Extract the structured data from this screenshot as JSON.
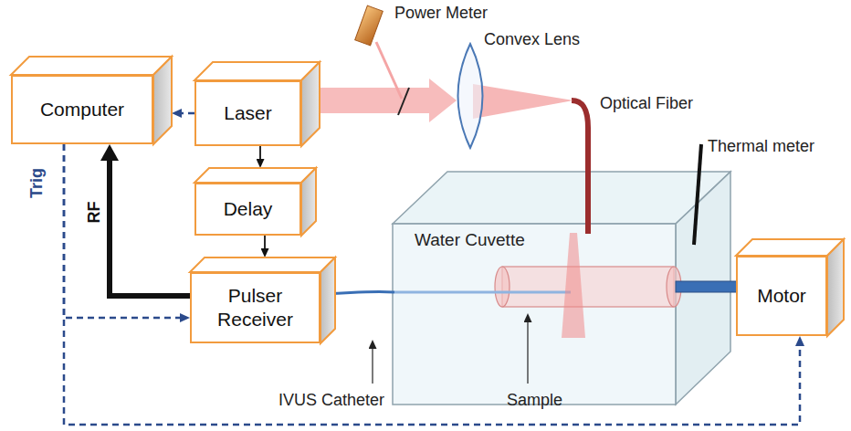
{
  "diagram": {
    "nodes": [
      {
        "text": [
          "Computer"
        ]
      },
      {
        "text": [
          "Laser"
        ]
      },
      {
        "text": [
          "Delay"
        ]
      },
      {
        "text": [
          "Pulser Receiver"
        ]
      },
      {
        "text": [
          "Water Cuvette"
        ]
      },
      {
        "text": [
          "Motor"
        ]
      }
    ],
    "edges": [
      {
        "from": 1,
        "to": 0,
        "arrow": "to"
      },
      {
        "from": 1,
        "to": 2,
        "arrow": "to"
      },
      {
        "from": 2,
        "to": 3,
        "arrow": "to"
      },
      {
        "from": 3,
        "to": 0,
        "arrow": "to",
        "label": "RF"
      },
      {
        "from": 0,
        "to": 3,
        "arrow": "to",
        "label": "Trig"
      },
      {
        "from": 0,
        "to": 5,
        "arrow": "to"
      }
    ],
    "labels": [
      "Power Meter",
      "Convex Lens",
      "Optical Fiber",
      "Thermal meter",
      "IVUS Catheter",
      "Sample"
    ]
  }
}
